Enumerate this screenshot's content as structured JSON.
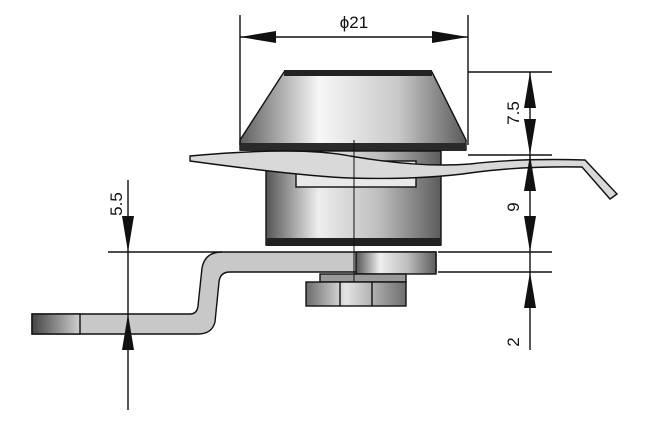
{
  "dimensions": {
    "diameter": "ϕ21",
    "cap_height": "7.5",
    "body_height": "9",
    "bottom_thickness": "2",
    "bracket_offset": "5.5"
  },
  "colors": {
    "line": "#111111",
    "metal_light": "#f4f4f4",
    "metal_mid": "#b8b8b8",
    "metal_dark": "#6a6a6a",
    "bracket": "#c8c8c8",
    "slot": "#e9e9e9"
  }
}
